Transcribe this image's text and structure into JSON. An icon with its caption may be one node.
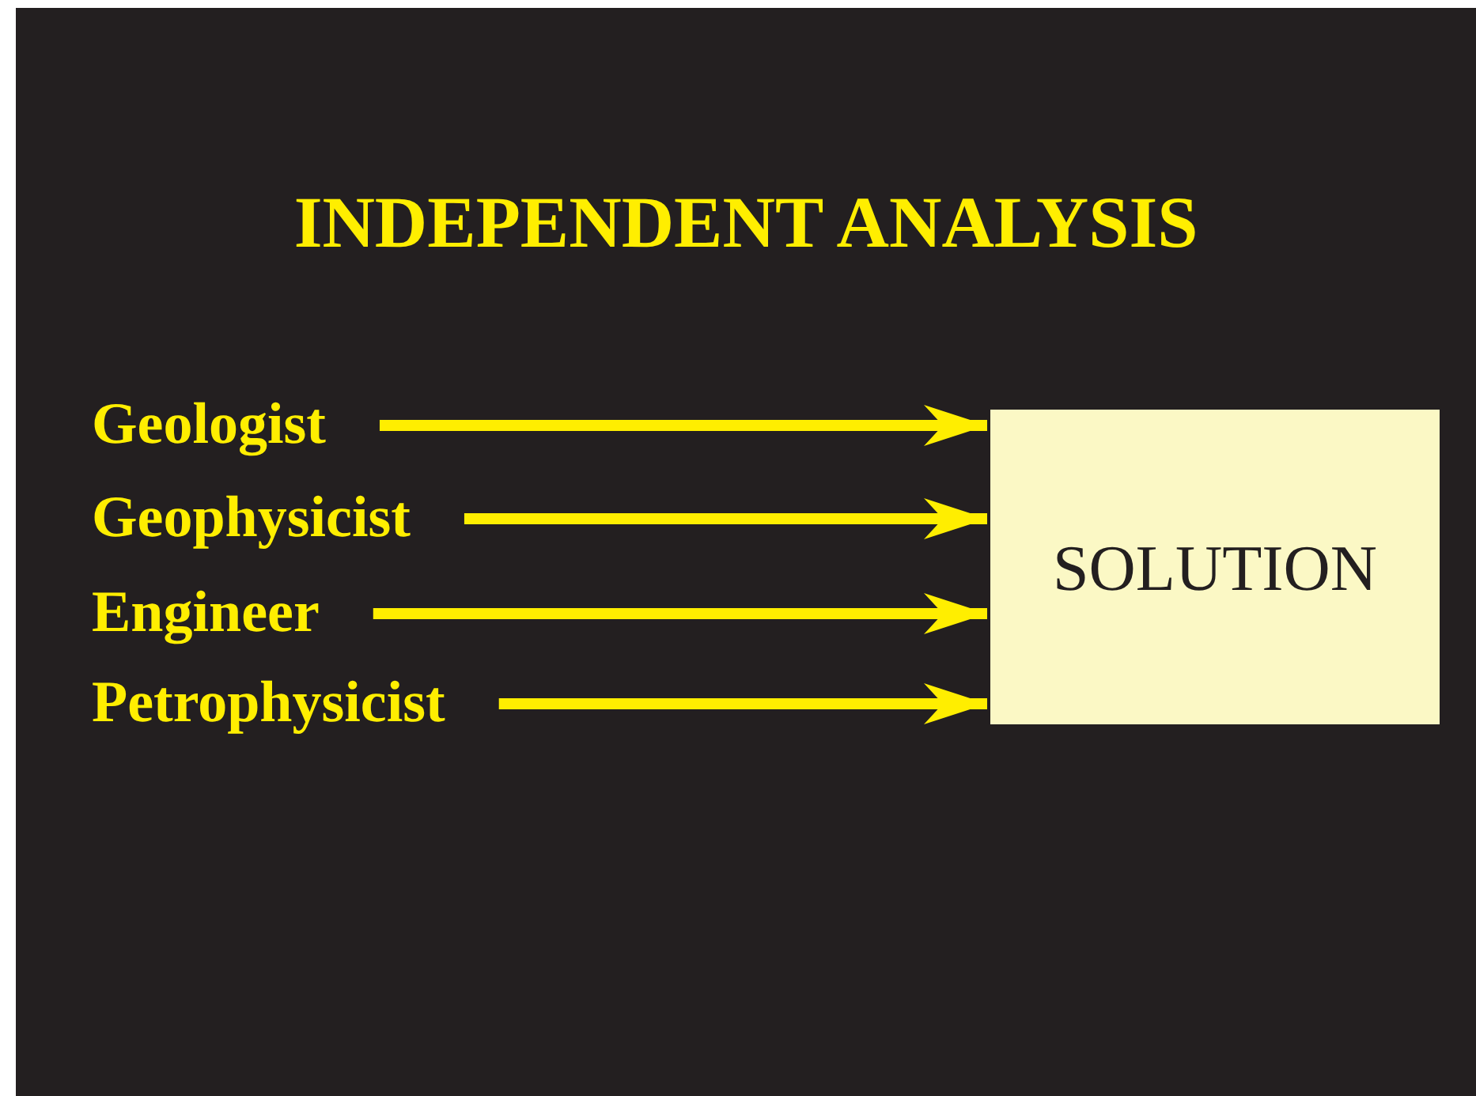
{
  "diagram": {
    "title": "INDEPENDENT ANALYSIS",
    "nodes": [
      {
        "text": [
          "Geologist"
        ]
      },
      {
        "text": [
          "Geophysicist"
        ]
      },
      {
        "text": [
          "Engineer"
        ]
      },
      {
        "text": [
          "Petrophysicist"
        ]
      },
      {
        "text": [
          "SOLUTION"
        ]
      }
    ],
    "edges": [
      {
        "from": 0,
        "to": 4,
        "arrow": "to"
      },
      {
        "from": 1,
        "to": 4,
        "arrow": "to"
      },
      {
        "from": 2,
        "to": 4,
        "arrow": "to"
      },
      {
        "from": 3,
        "to": 4,
        "arrow": "to"
      }
    ]
  }
}
